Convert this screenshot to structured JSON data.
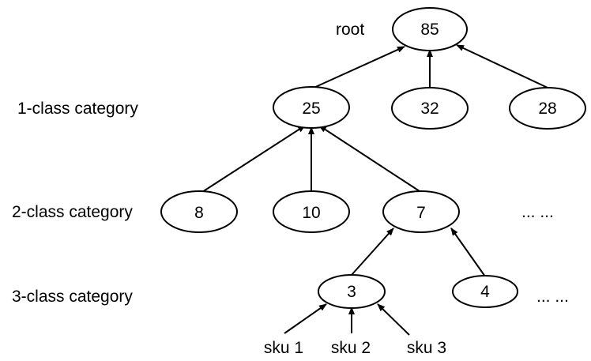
{
  "levels": {
    "root": "root",
    "class1": "1-class category",
    "class2": "2-class category",
    "class3": "3-class category"
  },
  "nodes": {
    "root": "85",
    "c1_a": "25",
    "c1_b": "32",
    "c1_c": "28",
    "c2_a": "8",
    "c2_b": "10",
    "c2_c": "7",
    "c3_a": "3",
    "c3_b": "4"
  },
  "ellipsis": {
    "class2": "... ...",
    "class3": "... ..."
  },
  "skus": [
    "sku 1",
    "sku 2",
    "sku 3"
  ]
}
